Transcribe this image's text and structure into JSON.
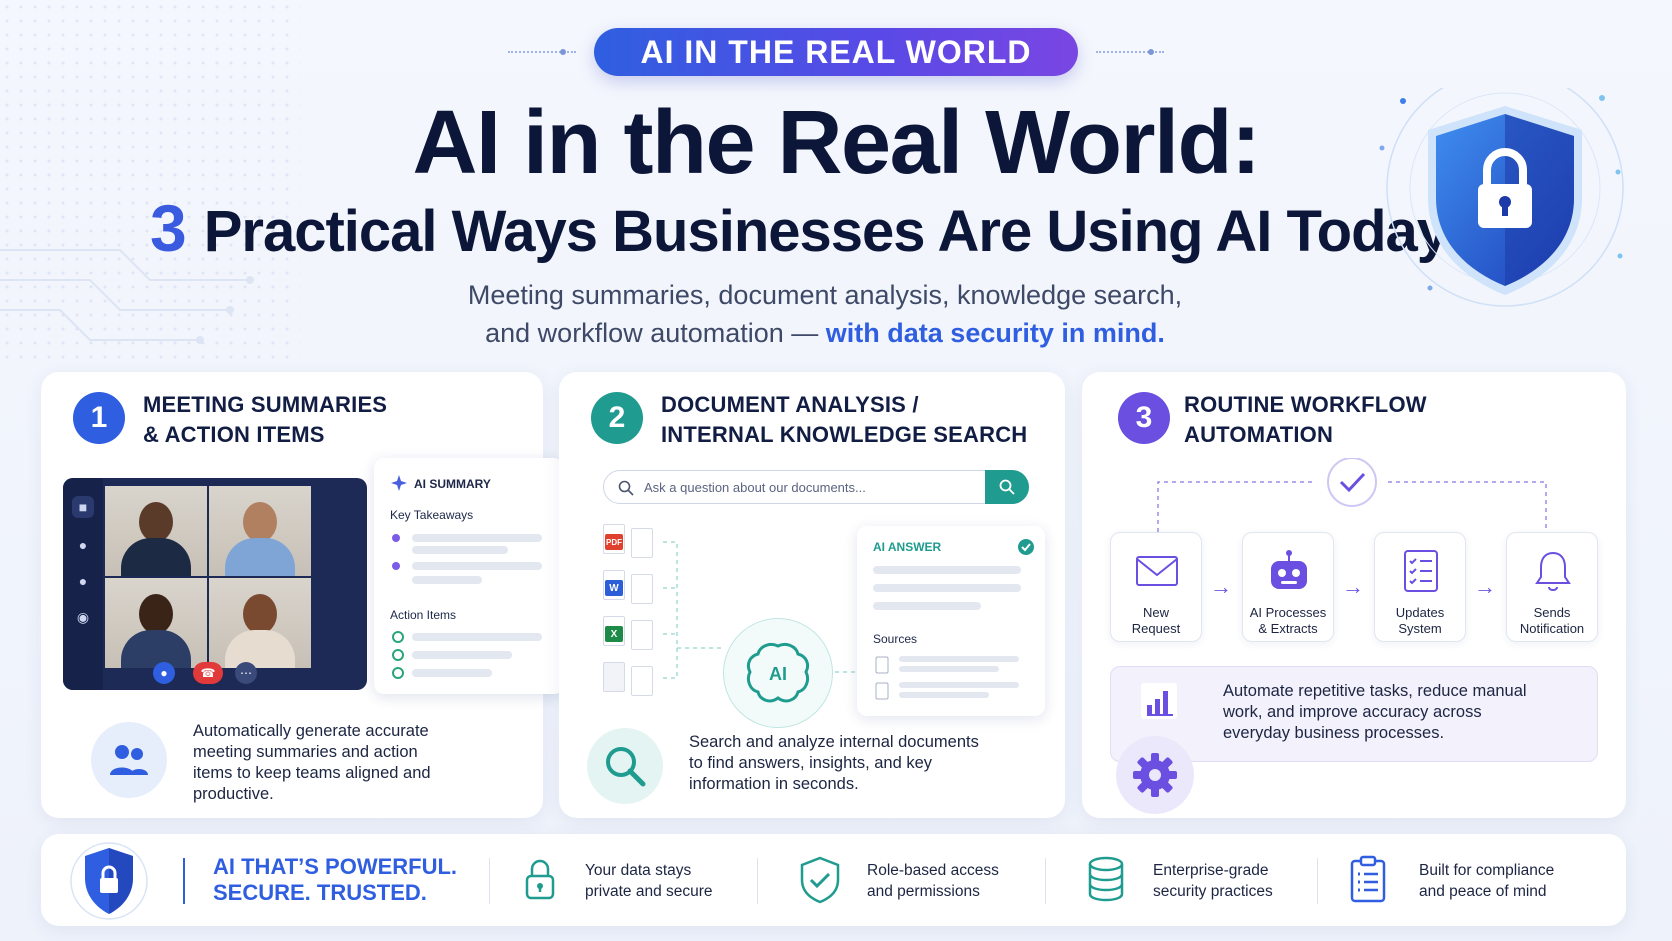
{
  "header": {
    "pill": "AI IN THE REAL WORLD",
    "title_line1": "AI in the Real World:",
    "title_number": "3",
    "title_line2": "Practical Ways Businesses Are Using AI Today",
    "subtitle_line1": "Meeting summaries, document analysis, knowledge search,",
    "subtitle_line2_plain": "and workflow automation — ",
    "subtitle_line2_highlight": "with data security in mind."
  },
  "colors": {
    "blue": "#2f5fe0",
    "teal": "#1f9c8f",
    "purple": "#6a4fe0",
    "navy": "#0c1638"
  },
  "cards": [
    {
      "number": "1",
      "title_line1": "MEETING SUMMARIES",
      "title_line2": "& ACTION ITEMS",
      "summary_label": "AI SUMMARY",
      "key_takeaways": "Key Takeaways",
      "action_items": "Action Items",
      "desc": "Automatically generate accurate meeting summaries and action items to keep teams aligned and productive."
    },
    {
      "number": "2",
      "title_line1": "DOCUMENT ANALYSIS /",
      "title_line2": "INTERNAL KNOWLEDGE SEARCH",
      "search_placeholder": "Ask a question about our documents...",
      "doc_tags": [
        "PDF",
        "W",
        "X"
      ],
      "brain_label": "AI",
      "answer_label": "AI ANSWER",
      "sources_label": "Sources",
      "desc": "Search and analyze internal documents to find answers, insights, and key information in seconds."
    },
    {
      "number": "3",
      "title_line1": "ROUTINE WORKFLOW",
      "title_line2": "AUTOMATION",
      "steps": [
        {
          "line1": "New",
          "line2": "Request",
          "icon": "envelope-icon"
        },
        {
          "line1": "AI Processes",
          "line2": "& Extracts",
          "icon": "robot-icon"
        },
        {
          "line1": "Updates",
          "line2": "System",
          "icon": "checklist-icon"
        },
        {
          "line1": "Sends",
          "line2": "Notification",
          "icon": "bell-icon"
        }
      ],
      "desc": "Automate repetitive tasks, reduce manual work, and improve accuracy across everyday business processes."
    }
  ],
  "footer": {
    "title_line1": "AI THAT’S POWERFUL.",
    "title_line2": "SECURE. TRUSTED.",
    "items": [
      {
        "line1": "Your data stays",
        "line2": "private and secure",
        "icon": "lock-icon"
      },
      {
        "line1": "Role-based access",
        "line2": "and permissions",
        "icon": "shield-check-icon"
      },
      {
        "line1": "Enterprise-grade",
        "line2": "security practices",
        "icon": "database-icon"
      },
      {
        "line1": "Built for compliance",
        "line2": "and peace of mind",
        "icon": "clipboard-icon"
      }
    ]
  }
}
